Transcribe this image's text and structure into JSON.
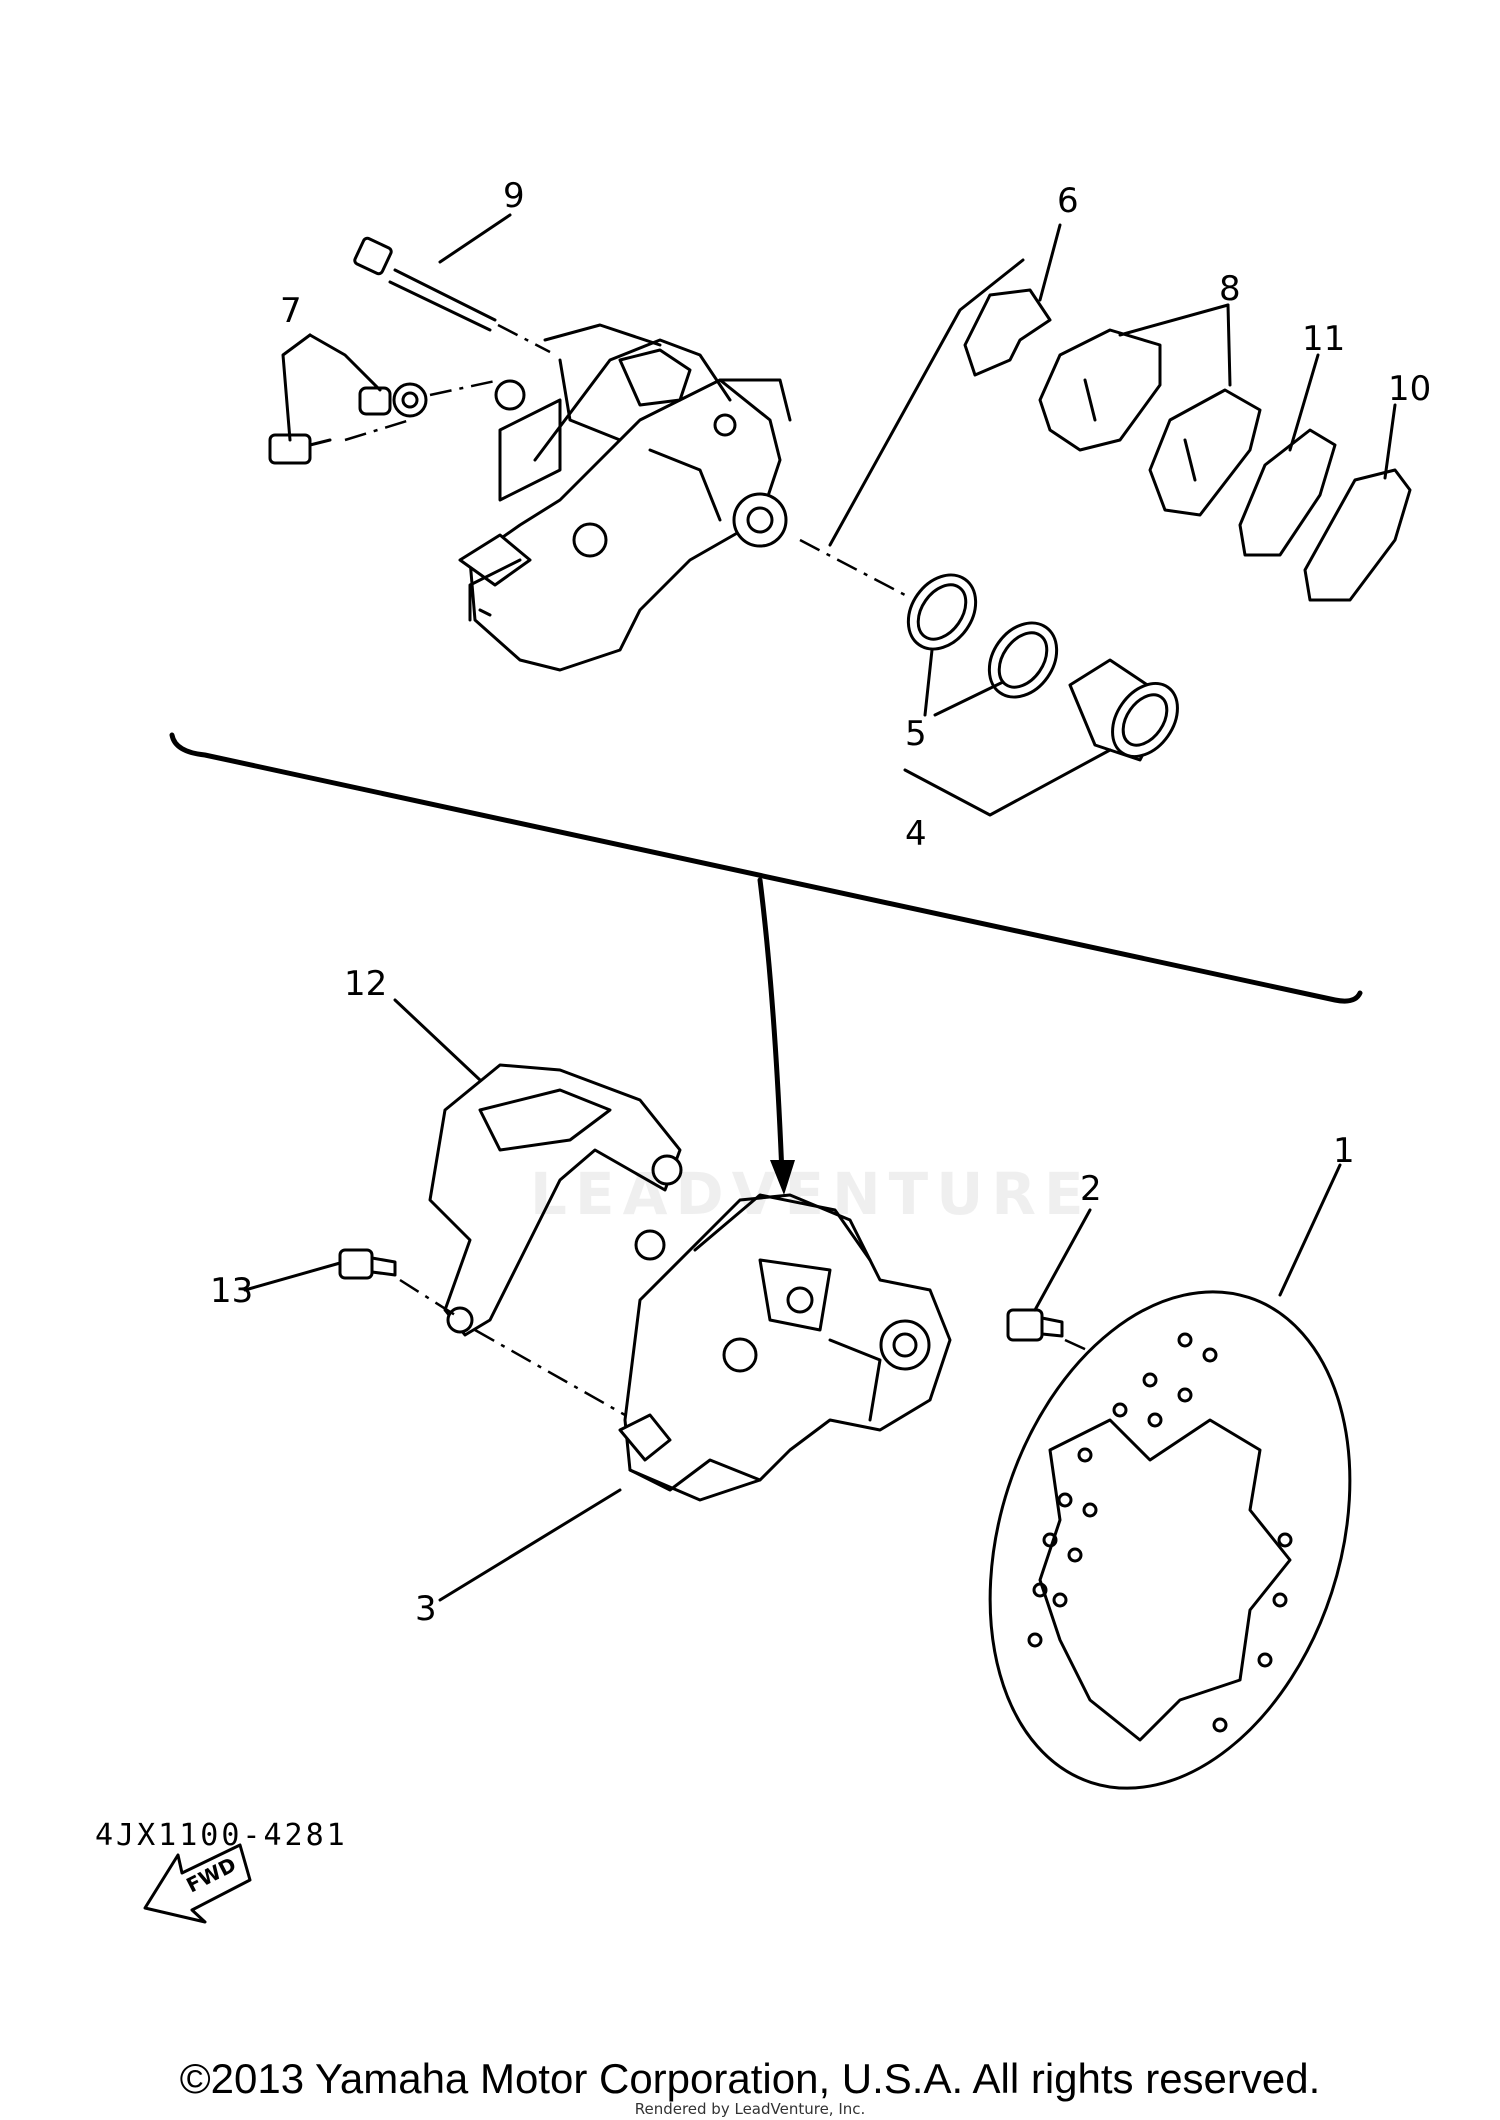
{
  "callouts": {
    "c1": "1",
    "c2": "2",
    "c3": "3",
    "c4": "4",
    "c5": "5",
    "c6": "6",
    "c7": "7",
    "c8": "8",
    "c9": "9",
    "c10": "10",
    "c11": "11",
    "c12": "12",
    "c13": "13"
  },
  "fwd_label": "FWD",
  "part_code": "4JX1100-4281",
  "watermark_text": "LEADVENTURE",
  "copyright": "©2013 Yamaha Motor Corporation, U.S.A. All rights reserved.",
  "rendered_by": "Rendered by LeadVenture, Inc."
}
